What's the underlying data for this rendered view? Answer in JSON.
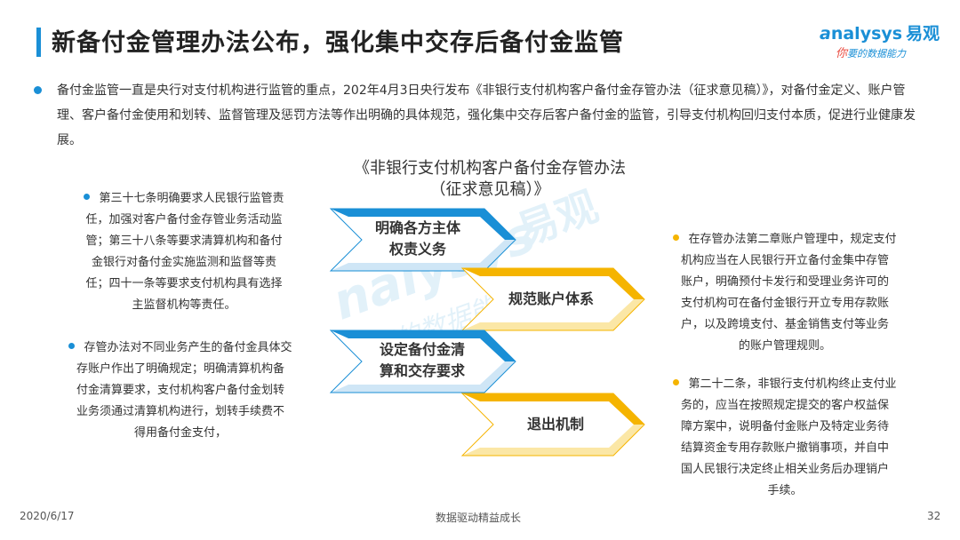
{
  "header": {
    "title": "新备付金管理办法公布，强化集中交存后备付金监管",
    "logo": {
      "brand": "nalysys",
      "brand_cn": "易观",
      "tagline_hi": "你",
      "tagline": "要的数据能力"
    }
  },
  "intro": "备付金监管一直是央行对支付机构进行监管的重点，202年4月3日央行发布《非银行支付机构客户备付金存管办法（征求意见稿）》，对备付金定义、账户管理、客户备付金使用和划转、监督管理及惩罚方法等作出明确的具体规范，强化集中交存后客户备付金的监管，引导支付机构回归支付本质，促进行业健康发展。",
  "document_title": {
    "line1": "《非银行支付机构客户备付金存管办法",
    "line2": "（征求意见稿）》"
  },
  "left_points": [
    {
      "lines": [
        "第三十七条明确要求人民银行监管责",
        "任，加强对客户备付金存管业务活动监",
        "管；第三十八条等要求清算机构和备付",
        "金银行对备付金实施监测和监督等责",
        "任；四十一条等要求支付机构具有选择",
        "主监督机构等责任。"
      ]
    },
    {
      "lines": [
        "存管办法对不同业务产生的备付金具体交",
        "存账户作出了明确规定；明确清算机构备",
        "付金清算要求，支付机构客户备付金划转",
        "业务须通过清算机构进行，划转手续费不",
        "得用备付金支付，"
      ]
    }
  ],
  "right_points": [
    {
      "lines": [
        "在存管办法第二章账户管理中，规定支付",
        "机构应当在人民银行开立备付金集中存管",
        "账户，明确预付卡发行和受理业务许可的",
        "支付机构可在备付金银行开立专用存款账",
        "户，以及跨境支付、基金销售支付等业务",
        "的账户管理规则。"
      ]
    },
    {
      "lines": [
        "第二十二条，非银行支付机构终止支付业",
        "务的，应当在按照规定提交的客户权益保",
        "障方案中，说明备付金账户及特定业务待",
        "结算资金专用存款账户撤销事项，并自中",
        "国人民银行决定终止相关业务后办理销户",
        "手续。"
      ]
    }
  ],
  "chevrons": [
    {
      "line1": "明确各方主体",
      "line2": "权责义务"
    },
    {
      "line1": "规范账户体系",
      "line2": ""
    },
    {
      "line1": "设定备付金清",
      "line2": "算和交存要求"
    },
    {
      "line1": "退出机制",
      "line2": ""
    }
  ],
  "footer": {
    "date": "2020/6/17",
    "slogan": "数据驱动精益成长",
    "page": "32"
  },
  "colors": {
    "blue": "#1a8fd6",
    "yellow": "#f5b400"
  }
}
